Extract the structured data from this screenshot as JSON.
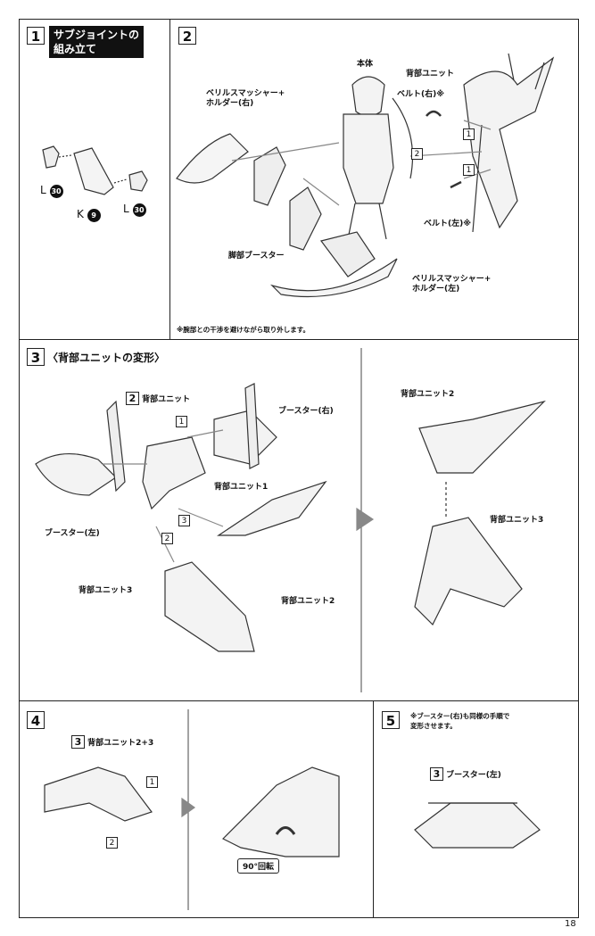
{
  "step1": {
    "num": "1",
    "title": "サブジョイントの\n組み立て",
    "part_l_top": "L",
    "part_l_top_no": "30",
    "part_k": "K",
    "part_k_no": "9",
    "part_l_right": "L",
    "part_l_right_no": "30"
  },
  "step2": {
    "num": "2",
    "label_body": "本体",
    "label_back_unit": "背部ユニット",
    "label_belt_right": "ベルト(右)※",
    "label_beryl_right": "ベリルスマッシャー+\nホルダー(右)",
    "label_leg_booster": "脚部ブースター",
    "label_belt_left": "ベルト(左)※",
    "label_beryl_left": "ベリルスマッシャー+\nホルダー(左)",
    "sub1": "1",
    "sub2": "2",
    "sub3": "1",
    "footnote": "※腕部との干渉を避けながら取り外します。"
  },
  "step3": {
    "num": "3",
    "title": "〈背部ユニットの変形〉",
    "label_back_unit": "背部ユニット",
    "label_back_unit_num": "2",
    "label_booster_right": "ブースター(右)",
    "label_back_unit1": "背部ユニット1",
    "label_booster_left": "ブースター(左)",
    "label_back_unit3": "背部ユニット3",
    "label_back_unit2": "背部ユニット2",
    "label_back_unit2_b": "背部ユニット2",
    "label_back_unit3_b": "背部ユニット3",
    "sub1": "1",
    "sub2": "2",
    "sub3": "3"
  },
  "step4": {
    "num": "4",
    "label": "背部ユニット2+3",
    "label_num": "3",
    "sub1": "1",
    "sub2": "2",
    "rotate": "90°回転"
  },
  "step5": {
    "num": "5",
    "note": "※ブースター(右)も同様の手順で\n変形させます。",
    "label": "ブースター(左)",
    "label_num": "3"
  },
  "page_number": "18"
}
